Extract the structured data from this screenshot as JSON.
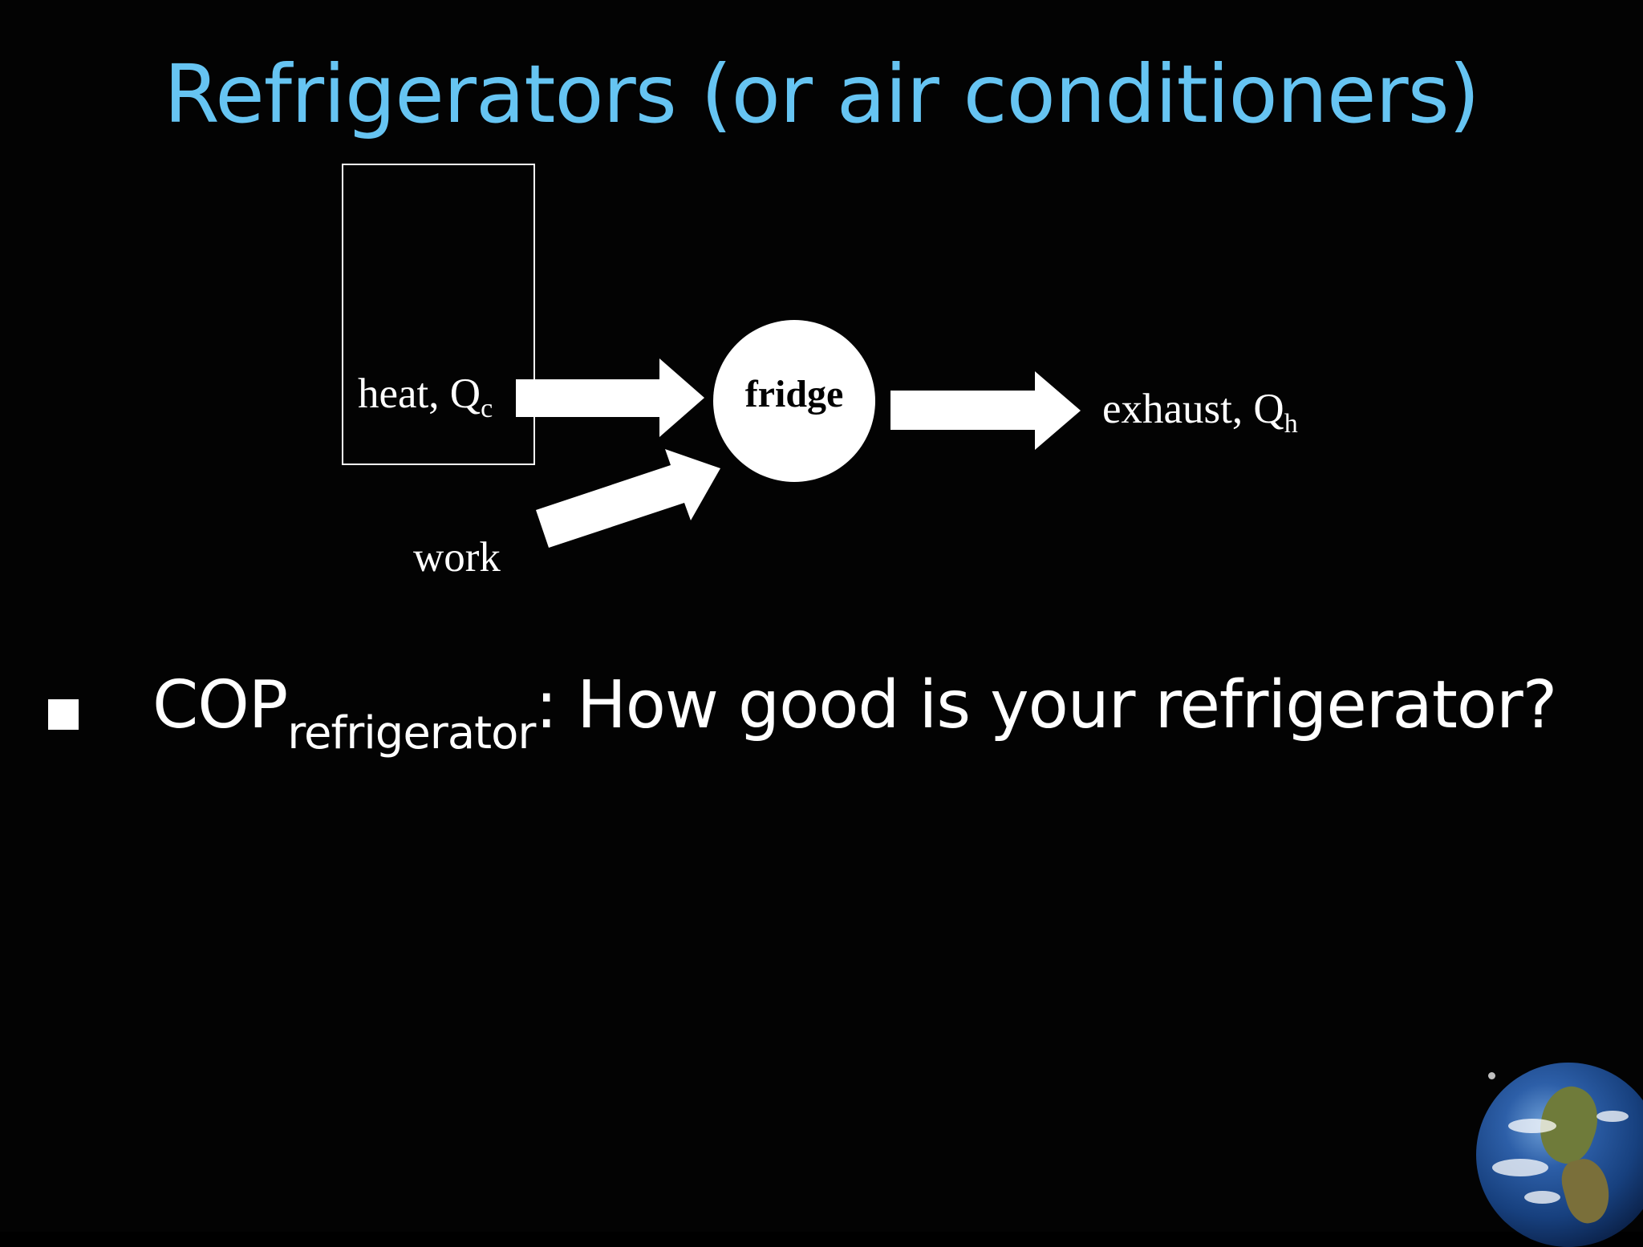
{
  "slide": {
    "title": "Refrigerators (or air conditioners)",
    "diagram": {
      "heat_label": "heat, Q",
      "heat_sub": "c",
      "fridge_label": "fridge",
      "exhaust_label": "exhaust, Q",
      "exhaust_sub": "h",
      "work_label": "work"
    },
    "bullet": {
      "term": "COP",
      "term_sub": "refrigerator",
      "text": ": How good is your refrigerator?"
    }
  },
  "colors": {
    "background": "#030303",
    "title": "#66c4f2",
    "foreground": "#ffffff"
  },
  "icons": {
    "bullet": "square-bullet-icon",
    "earth": "earth-globe-icon"
  }
}
